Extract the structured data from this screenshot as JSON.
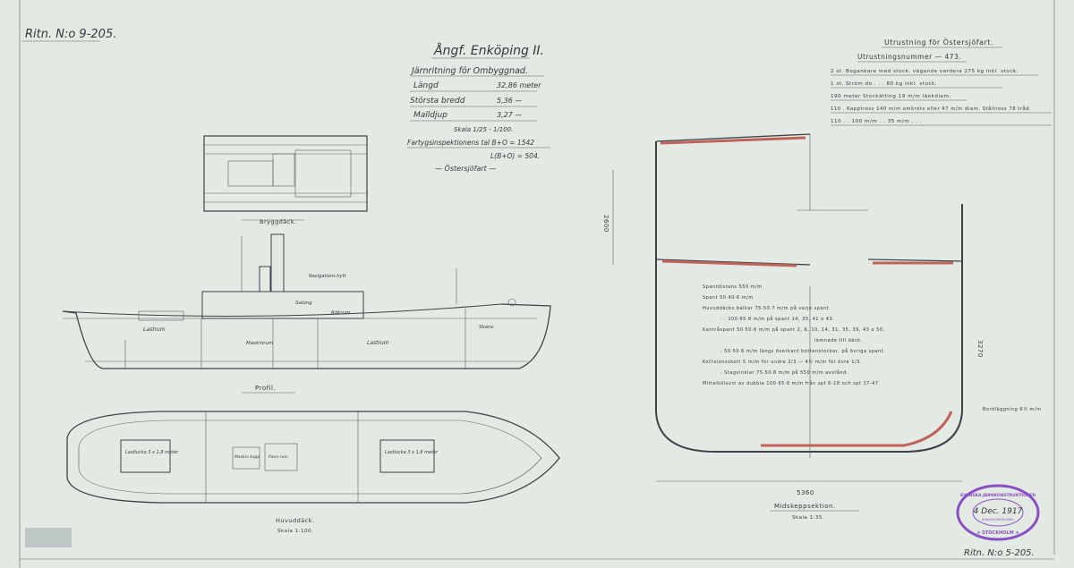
{
  "drawing_number_top": "Ritn. N:o 9-205.",
  "drawing_number_bottom": "Ritn. N:o 5-205.",
  "title_block": {
    "vessel": "Ångf. Enköping II.",
    "subtitle": "Järnritning för Ombyggnad.",
    "rows": [
      {
        "label": "Längd",
        "value": "32,86 meter"
      },
      {
        "label": "Största bredd",
        "value": "5,36 —"
      },
      {
        "label": "Malldjup",
        "value": "3,27 —"
      }
    ],
    "scale": "Skala 1/25 - 1/100.",
    "inspection_1": "Fartygsinspektionens tal B+O = 1542",
    "inspection_2": "L(B+O) = 504.",
    "route": "— Östersjöfart —"
  },
  "equipment": {
    "heading": "Utrustning för Östersjöfart.",
    "number": "Utrustningsnummer — 473.",
    "items": [
      "2 st. Bogankare med stock, vägande vardera 275 kg inkl. stock.",
      "1 st. Ström do . . . 80 kg inkl. stock.",
      "190 meter Stockätting 19 m/m länkdiam.",
      "110 . Kapptross 140 m/m omkrets eller 47 m/m diam. Ståltross 78 tråd.",
      "110 . . 100 m/m . . 35 m/m . . ."
    ]
  },
  "views": {
    "bridge_deck": "Bryggdäck.",
    "profile": "Profil.",
    "main_deck": "Huvuddäck.",
    "main_deck_scale": "Skala 1:100.",
    "midship": "Midskeppsektion.",
    "midship_scale": "Skala 1:35."
  },
  "profile_labels": {
    "cargo_fwd": "Lastrum",
    "cargo_aft": "Lastrum",
    "engine_room": "Maskinrum",
    "salon": "Salong",
    "navigation": "Navigations-hytt",
    "smoking": "Rökrum",
    "forepeak": "Skans"
  },
  "deck_labels": {
    "hatch_aft": "Lastlucka 3 x 1,8 meter",
    "hatch_fwd": "Lastlucka 3 x 1,8 meter",
    "engine_casing": "Maskin-kapp",
    "boiler": "Pann-rum"
  },
  "midship": {
    "width_dim": "5360",
    "height_dim": "3270",
    "side_dim": "2600",
    "notes": [
      "Spantdistans 550 m/m",
      "Spant 50·40·6 m/m",
      "Huvuddäcks balkar 75·50·7 m/m på varje spant.",
      "· · 100·65·8 m/m på spant 14, 35, 41 o 43.",
      "Kantråspant 50·50·6 m/m på spant 2, 6, 10, 14, 31, 35, 39, 43 o 50,",
      "lämnade till däck.",
      "· 50·50·6 m/m längs överkant bottenstockar, på övriga spant.",
      "Kollisionsskott 5 m/m för undre 2/3 — 4½ m/m för övre 1/3.",
      "· Stagvinklar 75·50·8 m/m på 550 m/m avstånd.",
      "Mittelkölsvin av dubbla 100·65·8 m/m från spt 6-18 och spt 37-47."
    ],
    "bottom_plate": "Bordläggning 6½ m/m"
  },
  "stamp": {
    "outer": "Svenska Järnkonstruktioner",
    "date": "4 Dec. 1917",
    "inner": "Konsultavdelning",
    "city": "Stockholm",
    "color": "#8a4fc4"
  }
}
